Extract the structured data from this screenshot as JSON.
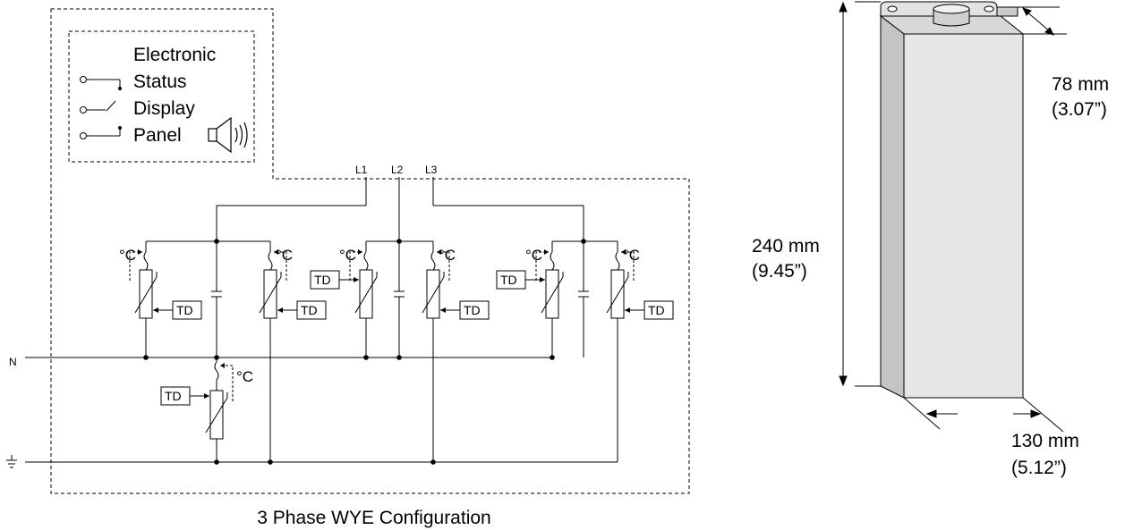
{
  "panel": {
    "lines": [
      "Electronic",
      "Status",
      "Display",
      "Panel"
    ]
  },
  "circuit": {
    "phases": [
      "L1",
      "L2",
      "L3"
    ],
    "neutral": "N",
    "td_label": "TD",
    "temp_label": "°C",
    "caption": "3 Phase WYE Configuration"
  },
  "enclosure": {
    "height_mm": "240 mm",
    "height_in": "(9.45”)",
    "depth_mm": "78 mm",
    "depth_in": "(3.07”)",
    "width_mm": "130 mm",
    "width_in": "(5.12”)"
  }
}
